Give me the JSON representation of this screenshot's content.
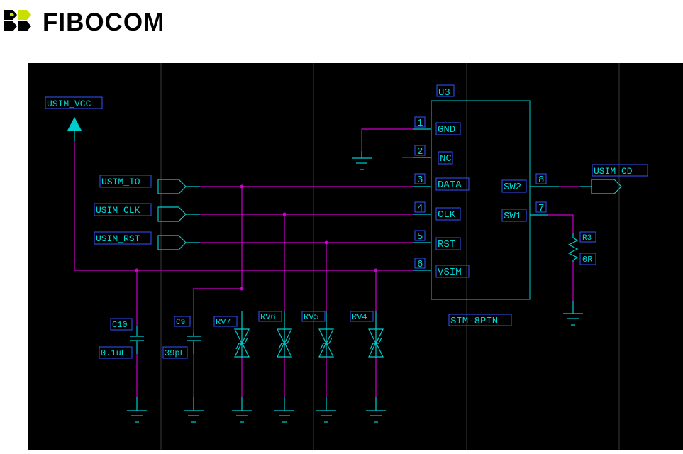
{
  "logo": {
    "text": "FIBOCOM"
  },
  "chip": {
    "ref": "U3",
    "name": "SIM-8PIN"
  },
  "pins": [
    {
      "num": "1",
      "name": "GND"
    },
    {
      "num": "2",
      "name": "NC"
    },
    {
      "num": "3",
      "name": "DATA"
    },
    {
      "num": "4",
      "name": "CLK"
    },
    {
      "num": "5",
      "name": "RST"
    },
    {
      "num": "6",
      "name": "VSIM"
    },
    {
      "num": "8",
      "name": "SW2"
    },
    {
      "num": "7",
      "name": "SW1"
    }
  ],
  "nets": {
    "vcc": "USIM_VCC",
    "io": "USIM_IO",
    "clk": "USIM_CLK",
    "rst": "USIM_RST",
    "cd": "USIM_CD"
  },
  "resistor": {
    "ref": "R3",
    "value": "0R"
  },
  "caps": [
    {
      "ref": "C10",
      "value": "0.1uF"
    },
    {
      "ref": "C9",
      "value": "39pF"
    }
  ],
  "tvs": [
    "RV7",
    "RV6",
    "RV5",
    "RV4"
  ],
  "colors": {
    "wire": "#cc00cc",
    "body": "#00cccc",
    "label_border": "#3355ff",
    "bg": "#000000"
  }
}
